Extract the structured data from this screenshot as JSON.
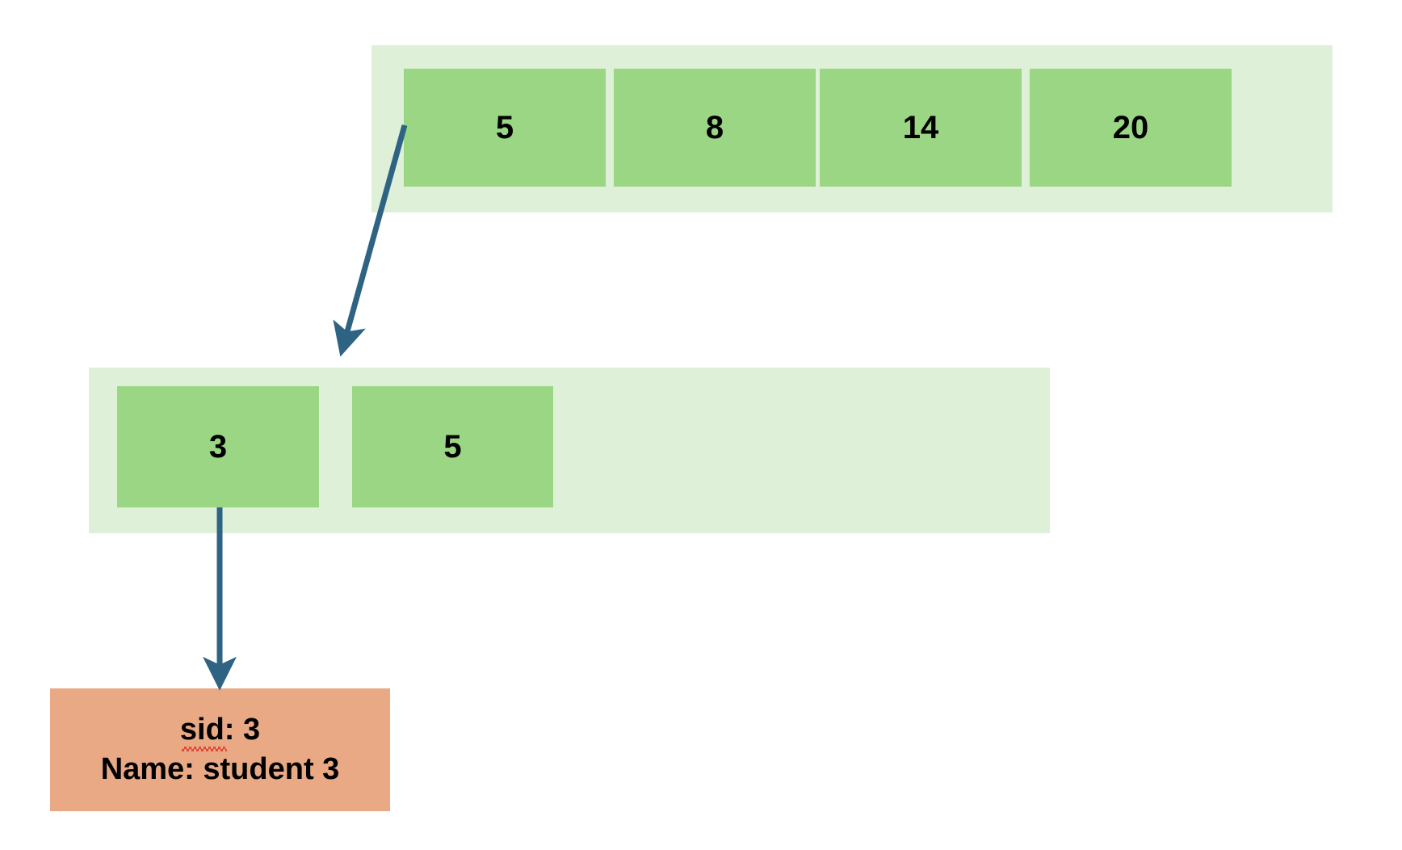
{
  "diagram": {
    "title": "Array index to record pointer diagram",
    "colors": {
      "container_fill": "#dff0d8",
      "cell_fill": "#9bd684",
      "record_fill": "#e8a984",
      "arrow_stroke": "#2e6384",
      "text": "#000000",
      "spellcheck_underline": "#e02b20",
      "background": "#ffffff"
    },
    "arrays": [
      {
        "name": "top-array",
        "cells": [
          {
            "value": "5"
          },
          {
            "value": "8"
          },
          {
            "value": "14"
          },
          {
            "value": "20"
          }
        ]
      },
      {
        "name": "bottom-array",
        "cells": [
          {
            "value": "3"
          },
          {
            "value": "5"
          }
        ]
      }
    ],
    "record": {
      "line_1": "sid: 3",
      "line_2": "Name: student 3",
      "misspelled_word": "sid"
    },
    "arrows": [
      {
        "name": "arrow-top-to-bottom-array",
        "from": "top-array-cell-0-left-edge",
        "to": "bottom-array-top"
      },
      {
        "name": "arrow-bottom-cell-to-record",
        "from": "bottom-array-cell-0",
        "to": "record-box"
      }
    ]
  }
}
